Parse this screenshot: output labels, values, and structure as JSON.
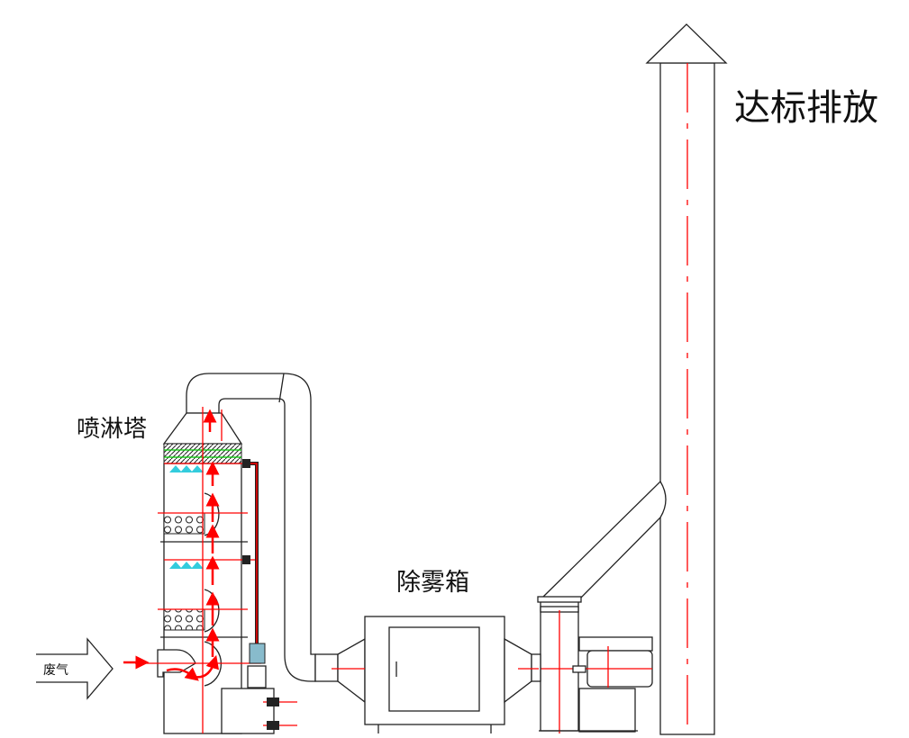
{
  "labels": {
    "stack": "达标排放",
    "tower": "喷淋塔",
    "demister": "除雾箱",
    "inlet": "废气"
  },
  "colors": {
    "line": "#222222",
    "flow": "#ff0000",
    "spray": "#33ccdd",
    "packing_line": "#00cc00",
    "motor": "#88bbcc"
  }
}
